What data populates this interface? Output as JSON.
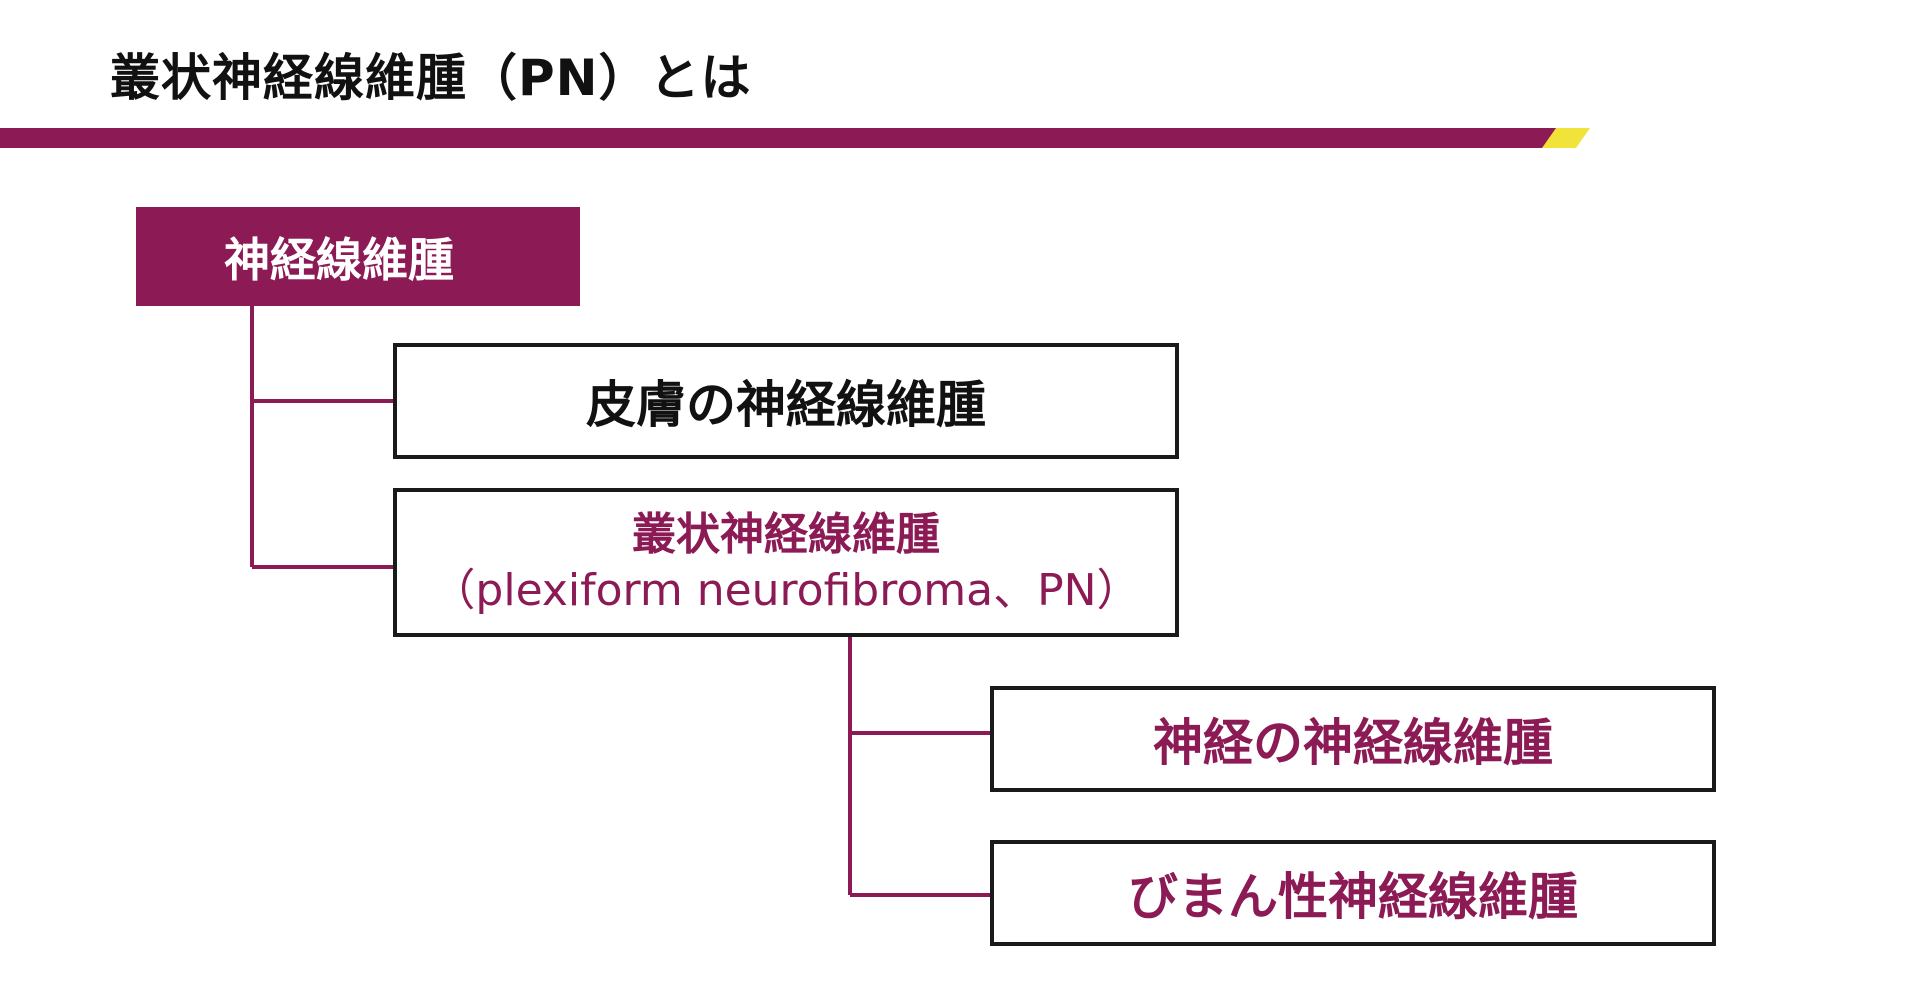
{
  "page": {
    "title": "叢状神経線維腫（PN）とは"
  },
  "colors": {
    "accent": "#8b1a55",
    "highlight": "#f2e33a",
    "border": "#1a1a1a",
    "text": "#111111"
  },
  "diagram": {
    "root": "神経線維腫",
    "children": [
      {
        "label": "皮膚の神経線維腫"
      },
      {
        "label": "叢状神経線維腫",
        "sublabel": "（plexiform neurofibroma、PN）"
      }
    ],
    "pn_children": [
      {
        "label": "神経の神経線維腫"
      },
      {
        "label": "びまん性神経線維腫"
      }
    ]
  }
}
